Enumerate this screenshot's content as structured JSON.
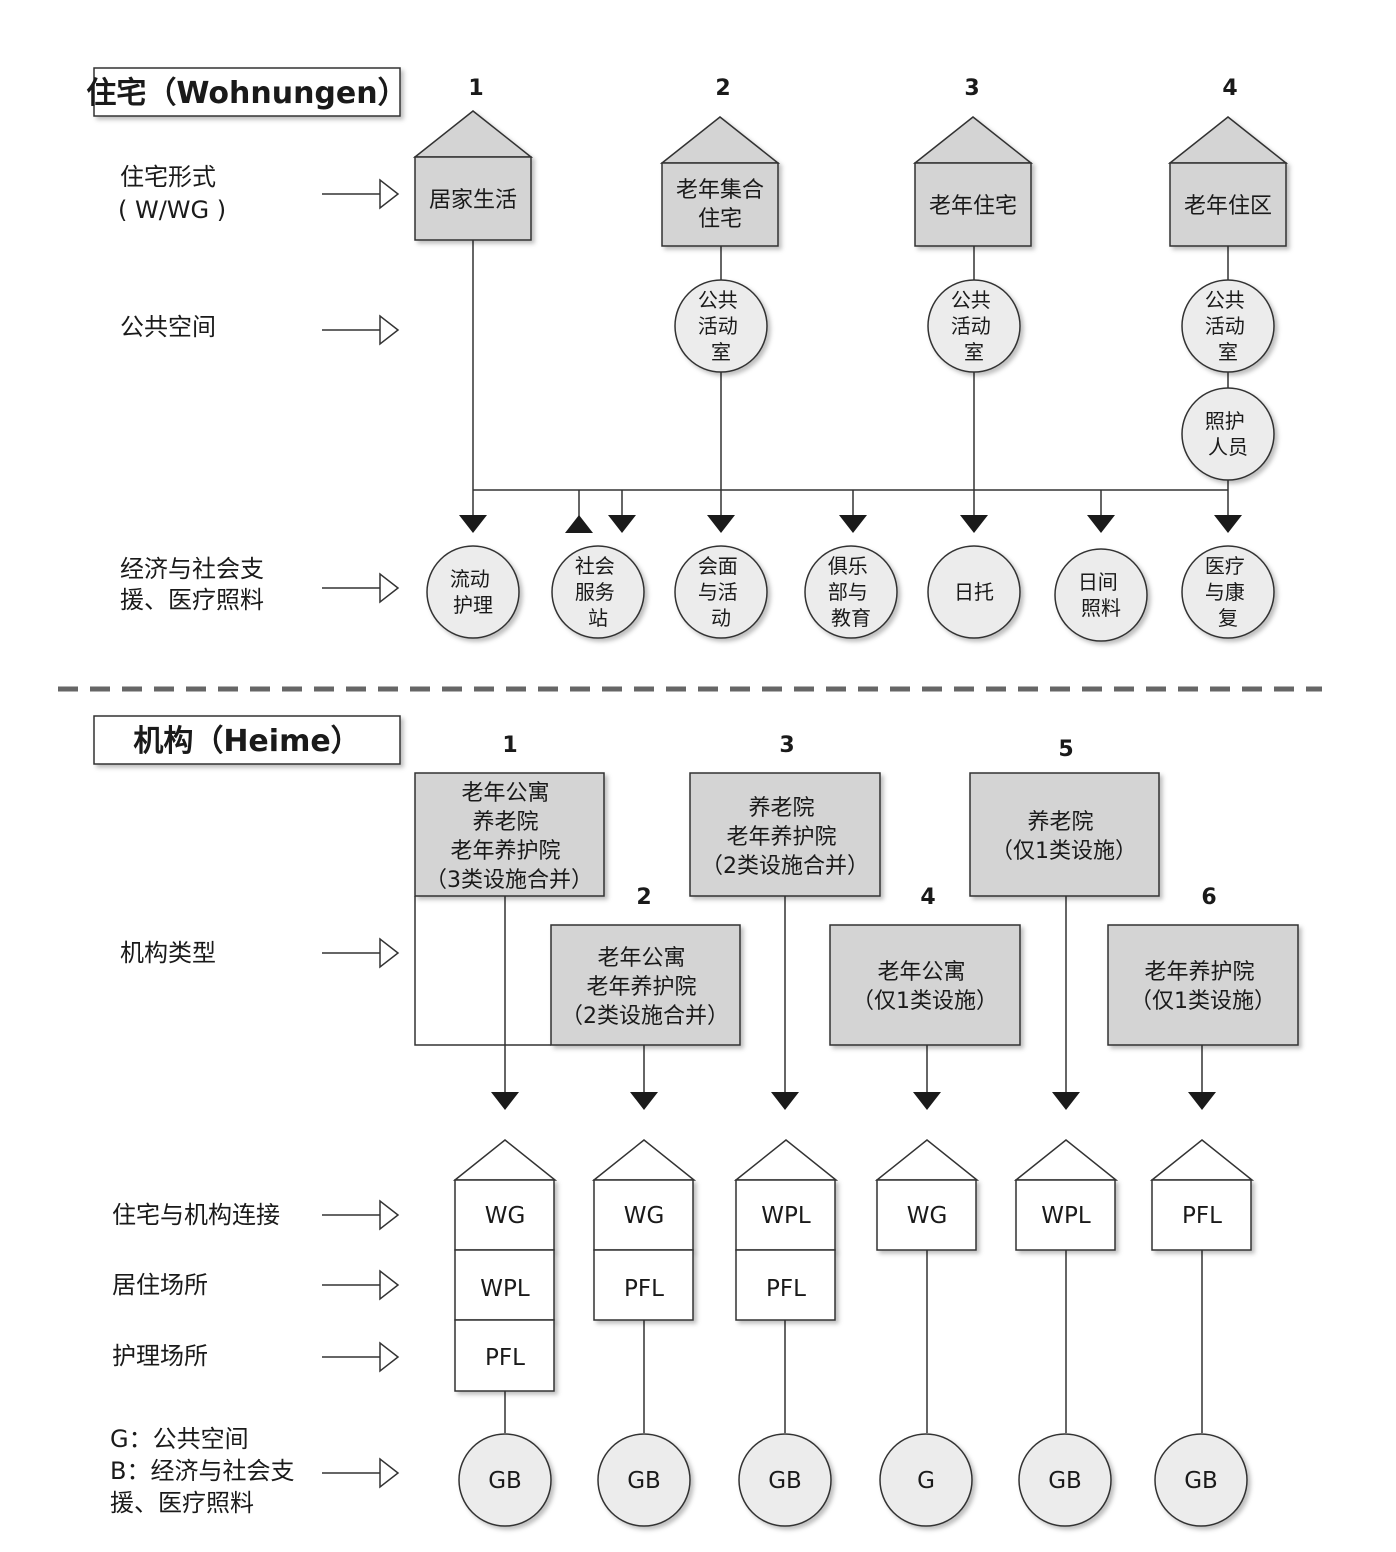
{
  "housing": {
    "title": "住宅（Wohnungen）",
    "row_labels": {
      "form": [
        "住宅形式",
        "( W/WG )"
      ],
      "public": [
        "公共空间"
      ],
      "support": [
        "经济与社会支",
        "援、医疗照料"
      ]
    },
    "columns": [
      {
        "num": "1",
        "house": [
          "居家生活"
        ],
        "rooms": []
      },
      {
        "num": "2",
        "house": [
          "老年集合",
          "住宅"
        ],
        "rooms": [
          [
            "公共",
            "活动",
            "室"
          ]
        ]
      },
      {
        "num": "3",
        "house": [
          "老年住宅"
        ],
        "rooms": [
          [
            "公共",
            "活动",
            "室"
          ]
        ]
      },
      {
        "num": "4",
        "house": [
          "老年住区"
        ],
        "rooms": [
          [
            "公共",
            "活动",
            "室"
          ],
          [
            "照护",
            "人员"
          ]
        ]
      }
    ],
    "services": [
      [
        "流动",
        "护理"
      ],
      [
        "社会",
        "服务",
        "站"
      ],
      [
        "会面",
        "与活",
        "动"
      ],
      [
        "俱乐",
        "部与",
        "教育"
      ],
      [
        "日托"
      ],
      [
        "日间",
        "照料"
      ],
      [
        "医疗",
        "与康",
        "复"
      ]
    ]
  },
  "institutions": {
    "title": "机构（Heime）",
    "row_labels": {
      "type": [
        "机构类型"
      ],
      "link": [
        "住宅与机构连接"
      ],
      "living": [
        "居住场所"
      ],
      "care": [
        "护理场所"
      ],
      "legend": [
        "G：公共空间",
        "B：经济与社会支",
        "援、医疗照料"
      ]
    },
    "types": [
      {
        "num": "1",
        "lines": [
          "老年公寓",
          "养老院",
          "老年养护院",
          "（3类设施合并）"
        ]
      },
      {
        "num": "2",
        "lines": [
          "老年公寓",
          "老年养护院",
          "（2类设施合并）"
        ]
      },
      {
        "num": "3",
        "lines": [
          "养老院",
          "老年养护院",
          "（2类设施合并）"
        ]
      },
      {
        "num": "4",
        "lines": [
          "老年公寓",
          "（仅1类设施）"
        ]
      },
      {
        "num": "5",
        "lines": [
          "养老院",
          "（仅1类设施）"
        ]
      },
      {
        "num": "6",
        "lines": [
          "老年养护院",
          "（仅1类设施）"
        ]
      }
    ],
    "stacks": [
      {
        "cells": [
          "WG",
          "WPL",
          "PFL"
        ],
        "bottom": "GB"
      },
      {
        "cells": [
          "WG",
          "PFL"
        ],
        "bottom": "GB"
      },
      {
        "cells": [
          "WPL",
          "PFL"
        ],
        "bottom": "GB"
      },
      {
        "cells": [
          "WG"
        ],
        "bottom": "G"
      },
      {
        "cells": [
          "WPL"
        ],
        "bottom": "GB"
      },
      {
        "cells": [
          "PFL"
        ],
        "bottom": "GB"
      }
    ]
  }
}
